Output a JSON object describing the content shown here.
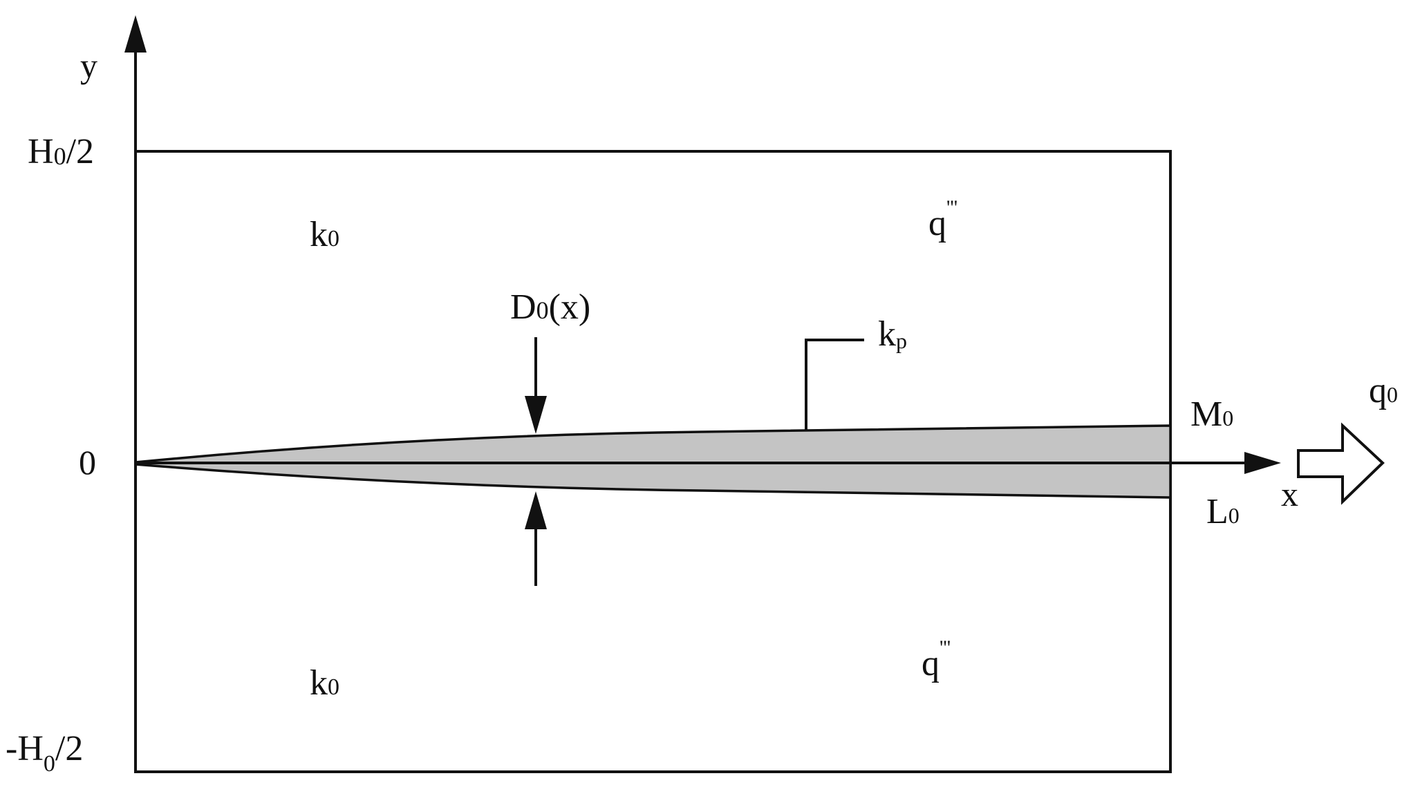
{
  "axes": {
    "y_label": "y",
    "x_label": "x",
    "origin_label": "0",
    "top_label": {
      "main": "H",
      "sub": "0",
      "tail": "/2"
    },
    "bottom_label": {
      "main": "-H",
      "sub": "0",
      "tail": "/2"
    }
  },
  "regions": {
    "upper_conductivity": {
      "main": "k",
      "sub": "0"
    },
    "lower_conductivity": {
      "main": "k",
      "sub": "0"
    },
    "upper_heat_generation": {
      "main": "q",
      "sup": "'''"
    },
    "lower_heat_generation": {
      "main": "q",
      "sup": "'''"
    }
  },
  "insert": {
    "thickness_label": {
      "main": "D",
      "sub": "0",
      "tail": "(x)"
    },
    "conductivity_label": {
      "main": "k",
      "sub": "p"
    },
    "end_top_label": {
      "main": "M",
      "sub": "0"
    },
    "end_bottom_label": {
      "main": "L",
      "sub": "0"
    }
  },
  "heat_flux": {
    "main": "q",
    "sub": "0"
  },
  "colors": {
    "line": "#111111",
    "insert_fill": "#c4c4c4",
    "background": "#ffffff"
  }
}
